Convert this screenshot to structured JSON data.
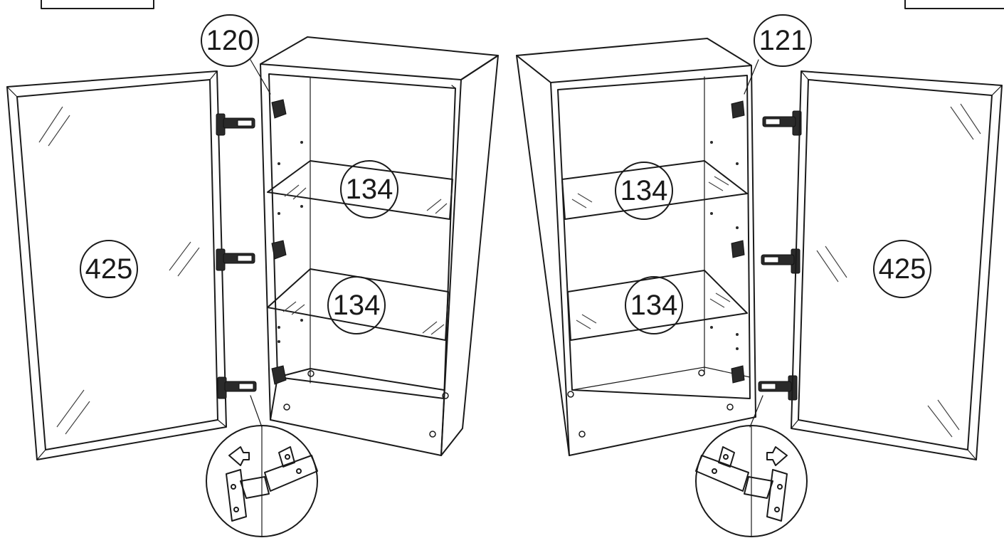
{
  "callouts": {
    "left_hinge_part": "120",
    "right_hinge_part": "121",
    "left_upper_shelf": "134",
    "left_lower_shelf": "134",
    "right_upper_shelf": "134",
    "right_lower_shelf": "134",
    "left_door": "425",
    "right_door": "425"
  },
  "colors": {
    "line": "#1a1a1a",
    "background": "#ffffff"
  },
  "icons": {
    "hinge": "cup-hinge-icon",
    "direction_arrow": "arrow-icon"
  }
}
